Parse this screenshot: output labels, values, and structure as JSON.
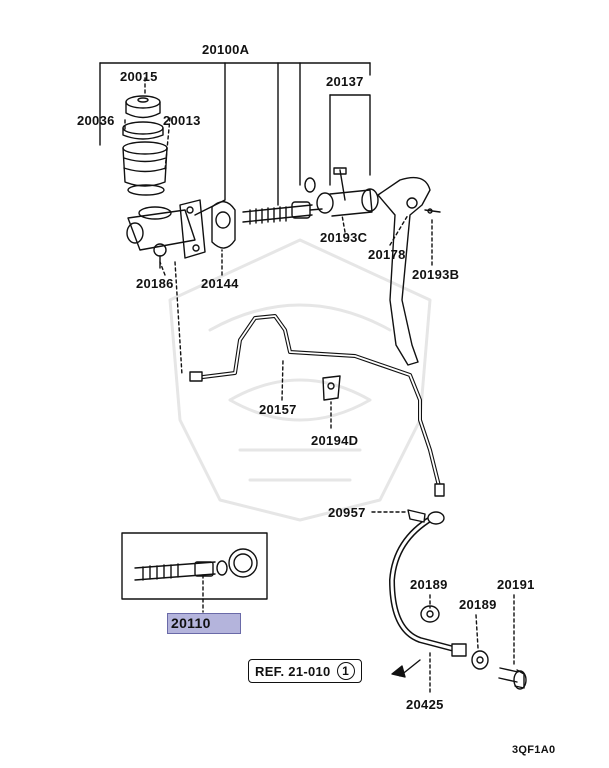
{
  "diagram": {
    "part_labels": {
      "p20100A": "20100A",
      "p20015": "20015",
      "p20036": "20036",
      "p20013": "20013",
      "p20137": "20137",
      "p20193C": "20193C",
      "p20178": "20178",
      "p20193B": "20193B",
      "p20186": "20186",
      "p20144": "20144",
      "p20157": "20157",
      "p20194D": "20194D",
      "p20957": "20957",
      "p20110": "20110",
      "p20189a": "20189",
      "p20189b": "20189",
      "p20191": "20191",
      "p20425": "20425"
    },
    "reference": {
      "text": "REF. 21-010",
      "number": "1"
    },
    "drawing_code": "3QF1A0",
    "highlight_color": "#b4b4dc"
  }
}
